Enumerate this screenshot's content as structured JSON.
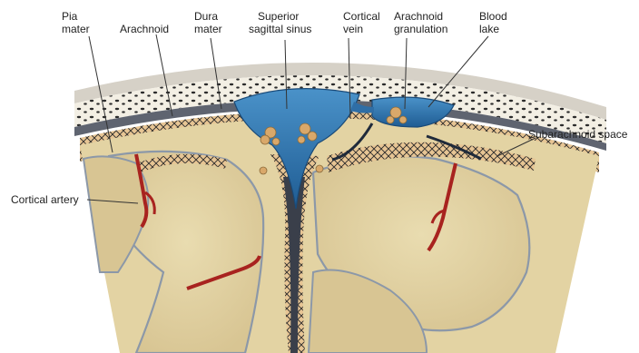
{
  "labels": {
    "pia_mater": [
      "Pia",
      "mater"
    ],
    "arachnoid": "Arachnoid",
    "dura_mater": [
      "Dura",
      "mater"
    ],
    "superior_sagittal_sinus": [
      "Superior",
      "sagittal sinus"
    ],
    "cortical_vein": [
      "Cortical",
      "vein"
    ],
    "arachnoid_granulation": [
      "Arachnoid",
      "granulation"
    ],
    "blood_lake": [
      "Blood",
      "lake"
    ],
    "subarachnoid_space": "Subarachnoid space",
    "cortical_artery": "Cortical artery"
  },
  "colors": {
    "skull": "#f3efe4",
    "skull_pores": "#2b2b2b",
    "dura": "#5f6470",
    "sinus": "#2f6ea6",
    "sinus_light": "#3f86c0",
    "arachnoid_mesh": "#2a2a2a",
    "subarachnoid": "#e7c594",
    "cortex": "#e3d3a3",
    "cortex_shadow": "#cdb98a",
    "pia": "#8c98a8",
    "artery": "#a8231f",
    "granulation": "#d9a86a"
  }
}
